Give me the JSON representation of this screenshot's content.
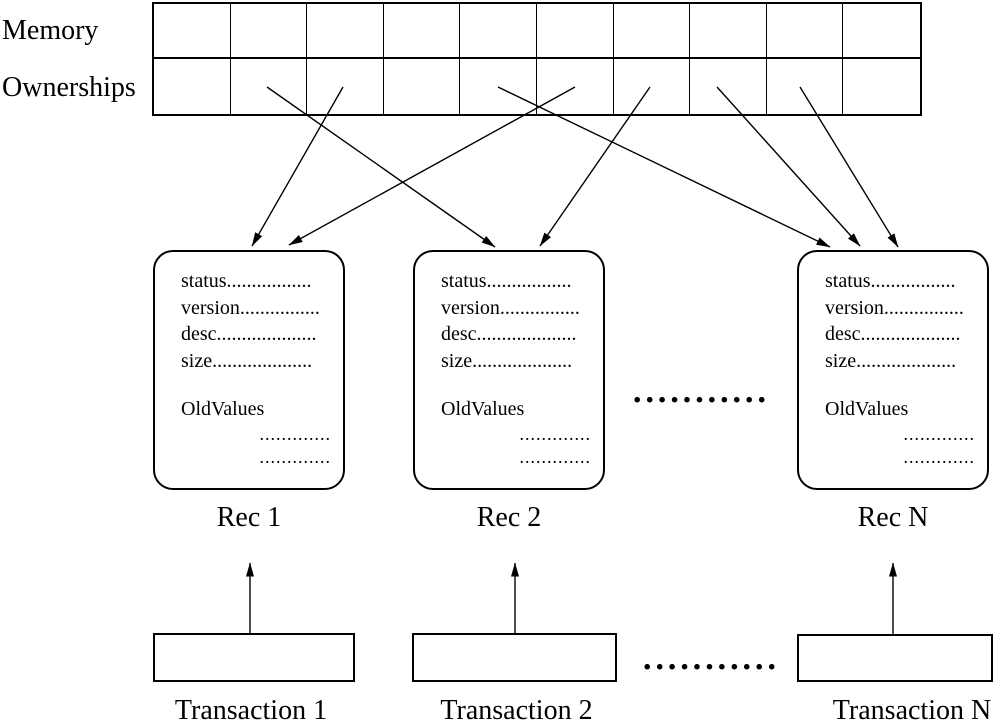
{
  "labels": {
    "memory": "Memory",
    "ownerships": "Ownerships"
  },
  "grid": {
    "rows": 2,
    "columns": 10,
    "row_names": [
      "memory",
      "ownerships"
    ]
  },
  "records": [
    {
      "name": "Rec 1",
      "fields": [
        "status.................",
        "version................",
        "desc....................",
        "size...................."
      ],
      "old_values_label": "OldValues",
      "old_value_rows": [
        ".............",
        "............."
      ]
    },
    {
      "name": "Rec 2",
      "fields": [
        "status.................",
        "version................",
        "desc....................",
        "size...................."
      ],
      "old_values_label": "OldValues",
      "old_value_rows": [
        ".............",
        "............."
      ]
    },
    {
      "name": "Rec N",
      "fields": [
        "status.................",
        "version................",
        "desc....................",
        "size...................."
      ],
      "old_values_label": "OldValues",
      "old_value_rows": [
        ".............",
        "............."
      ]
    }
  ],
  "record_ellipsis": "...........",
  "transaction_ellipsis": "...........",
  "transactions": [
    {
      "name": "Transaction 1"
    },
    {
      "name": "Transaction 2"
    },
    {
      "name": "Transaction N"
    }
  ],
  "arrow_map": [
    {
      "from": "ownership-cell-2",
      "to": "rec-2"
    },
    {
      "from": "ownership-cell-3",
      "to": "rec-1"
    },
    {
      "from": "ownership-cell-5",
      "to": "rec-n"
    },
    {
      "from": "ownership-cell-6",
      "to": "rec-1"
    },
    {
      "from": "ownership-cell-7",
      "to": "rec-2"
    },
    {
      "from": "ownership-cell-8",
      "to": "rec-n"
    },
    {
      "from": "ownership-cell-9",
      "to": "rec-n"
    },
    {
      "from": "transaction-1",
      "to": "rec-1"
    },
    {
      "from": "transaction-2",
      "to": "rec-2"
    },
    {
      "from": "transaction-n",
      "to": "rec-n"
    }
  ],
  "colors": {
    "line": "#000000",
    "background": "#ffffff"
  }
}
